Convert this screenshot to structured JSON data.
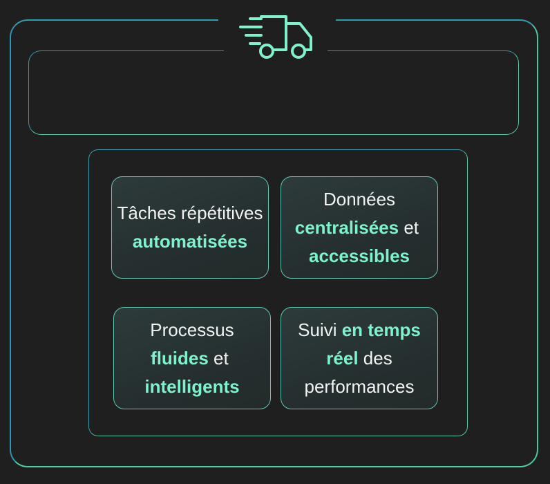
{
  "icon": "delivery-truck-icon",
  "accent_color": "#7ef2cc",
  "frame_color": "#3aa0a6",
  "background_color": "#1f1f1f",
  "cards": [
    {
      "pre": "Tâches répétitives",
      "hl1": "automatisées",
      "mid": "",
      "hl2": "",
      "post": ""
    },
    {
      "pre": "Données",
      "hl1": "centralisées",
      "mid": " et ",
      "hl2": "accessibles",
      "post": ""
    },
    {
      "pre": "Processus",
      "hl1": "fluides",
      "mid": " et ",
      "hl2": "intelligents",
      "post": ""
    },
    {
      "pre": "Suivi ",
      "hl1": "en temps réel",
      "mid": "",
      "hl2": "",
      "post": " des performances"
    }
  ]
}
